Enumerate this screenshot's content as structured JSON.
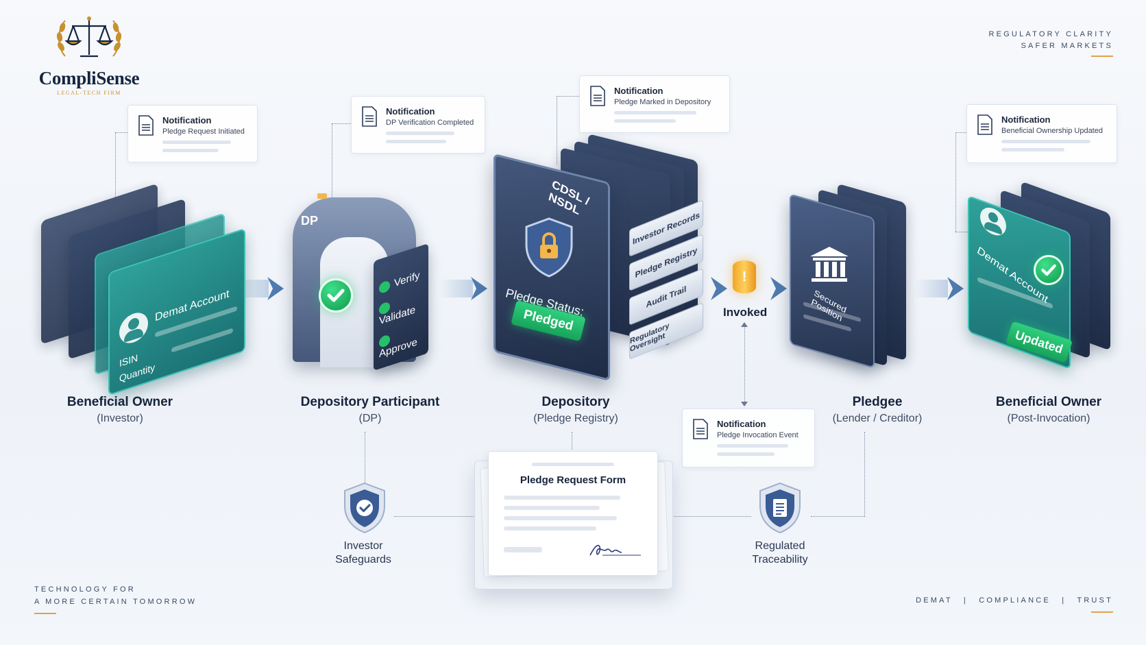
{
  "brand": {
    "name": "CompliSense",
    "tagline": "LEGAL-TECH FIRM"
  },
  "corner_tr": {
    "line1": "REGULATORY CLARITY",
    "line2": "SAFER MARKETS"
  },
  "corner_bl": {
    "line1": "TECHNOLOGY FOR",
    "line2": "A MORE CERTAIN TOMORROW"
  },
  "corner_br": {
    "item1": "DEMAT",
    "sep": "|",
    "item2": "COMPLIANCE",
    "item3": "TRUST"
  },
  "notifications": [
    {
      "title": "Notification",
      "text": "Pledge Request Initiated"
    },
    {
      "title": "Notification",
      "text": "DP Verification Completed"
    },
    {
      "title": "Notification",
      "text": "Pledge Marked in Depository"
    },
    {
      "title": "Notification",
      "text": "Beneficial Ownership Updated"
    },
    {
      "title": "Notification",
      "text": "Pledge Invocation Event"
    }
  ],
  "stages": [
    {
      "title": "Beneficial Owner",
      "sub": "(Investor)"
    },
    {
      "title": "Depository Participant",
      "sub": "(DP)"
    },
    {
      "title": "Depository",
      "sub": "(Pledge Registry)"
    },
    {
      "title": "Pledgee",
      "sub": "(Lender / Creditor)"
    },
    {
      "title": "Beneficial Owner",
      "sub": "(Post-Invocation)"
    }
  ],
  "investor_card": {
    "title": "Demat Account",
    "field1": "ISIN",
    "field2": "Quantity"
  },
  "dp": {
    "badge": "DP",
    "steps": [
      "Verify",
      "Validate",
      "Approve"
    ]
  },
  "depository": {
    "header": "CDSL / NSDL",
    "status_label": "Pledge Status:",
    "status_value": "Pledged",
    "tags": [
      "Investor Records",
      "Pledge Registry",
      "Audit Trail",
      "Regulatory Oversight"
    ]
  },
  "invoked": {
    "label": "Invoked",
    "mark": "!"
  },
  "pledgee_card": {
    "text": "Secured Position"
  },
  "post_card": {
    "title": "Demat Account",
    "badge": "Updated"
  },
  "form": {
    "title": "Pledge Request Form"
  },
  "safeguards": [
    {
      "line1": "Investor",
      "line2": "Safeguards"
    },
    {
      "line1": "Regulated",
      "line2": "Traceability"
    }
  ],
  "colors": {
    "navy": "#1f2c46",
    "teal": "#2fa29a",
    "green": "#26c06b",
    "gold": "#e0a24a"
  }
}
